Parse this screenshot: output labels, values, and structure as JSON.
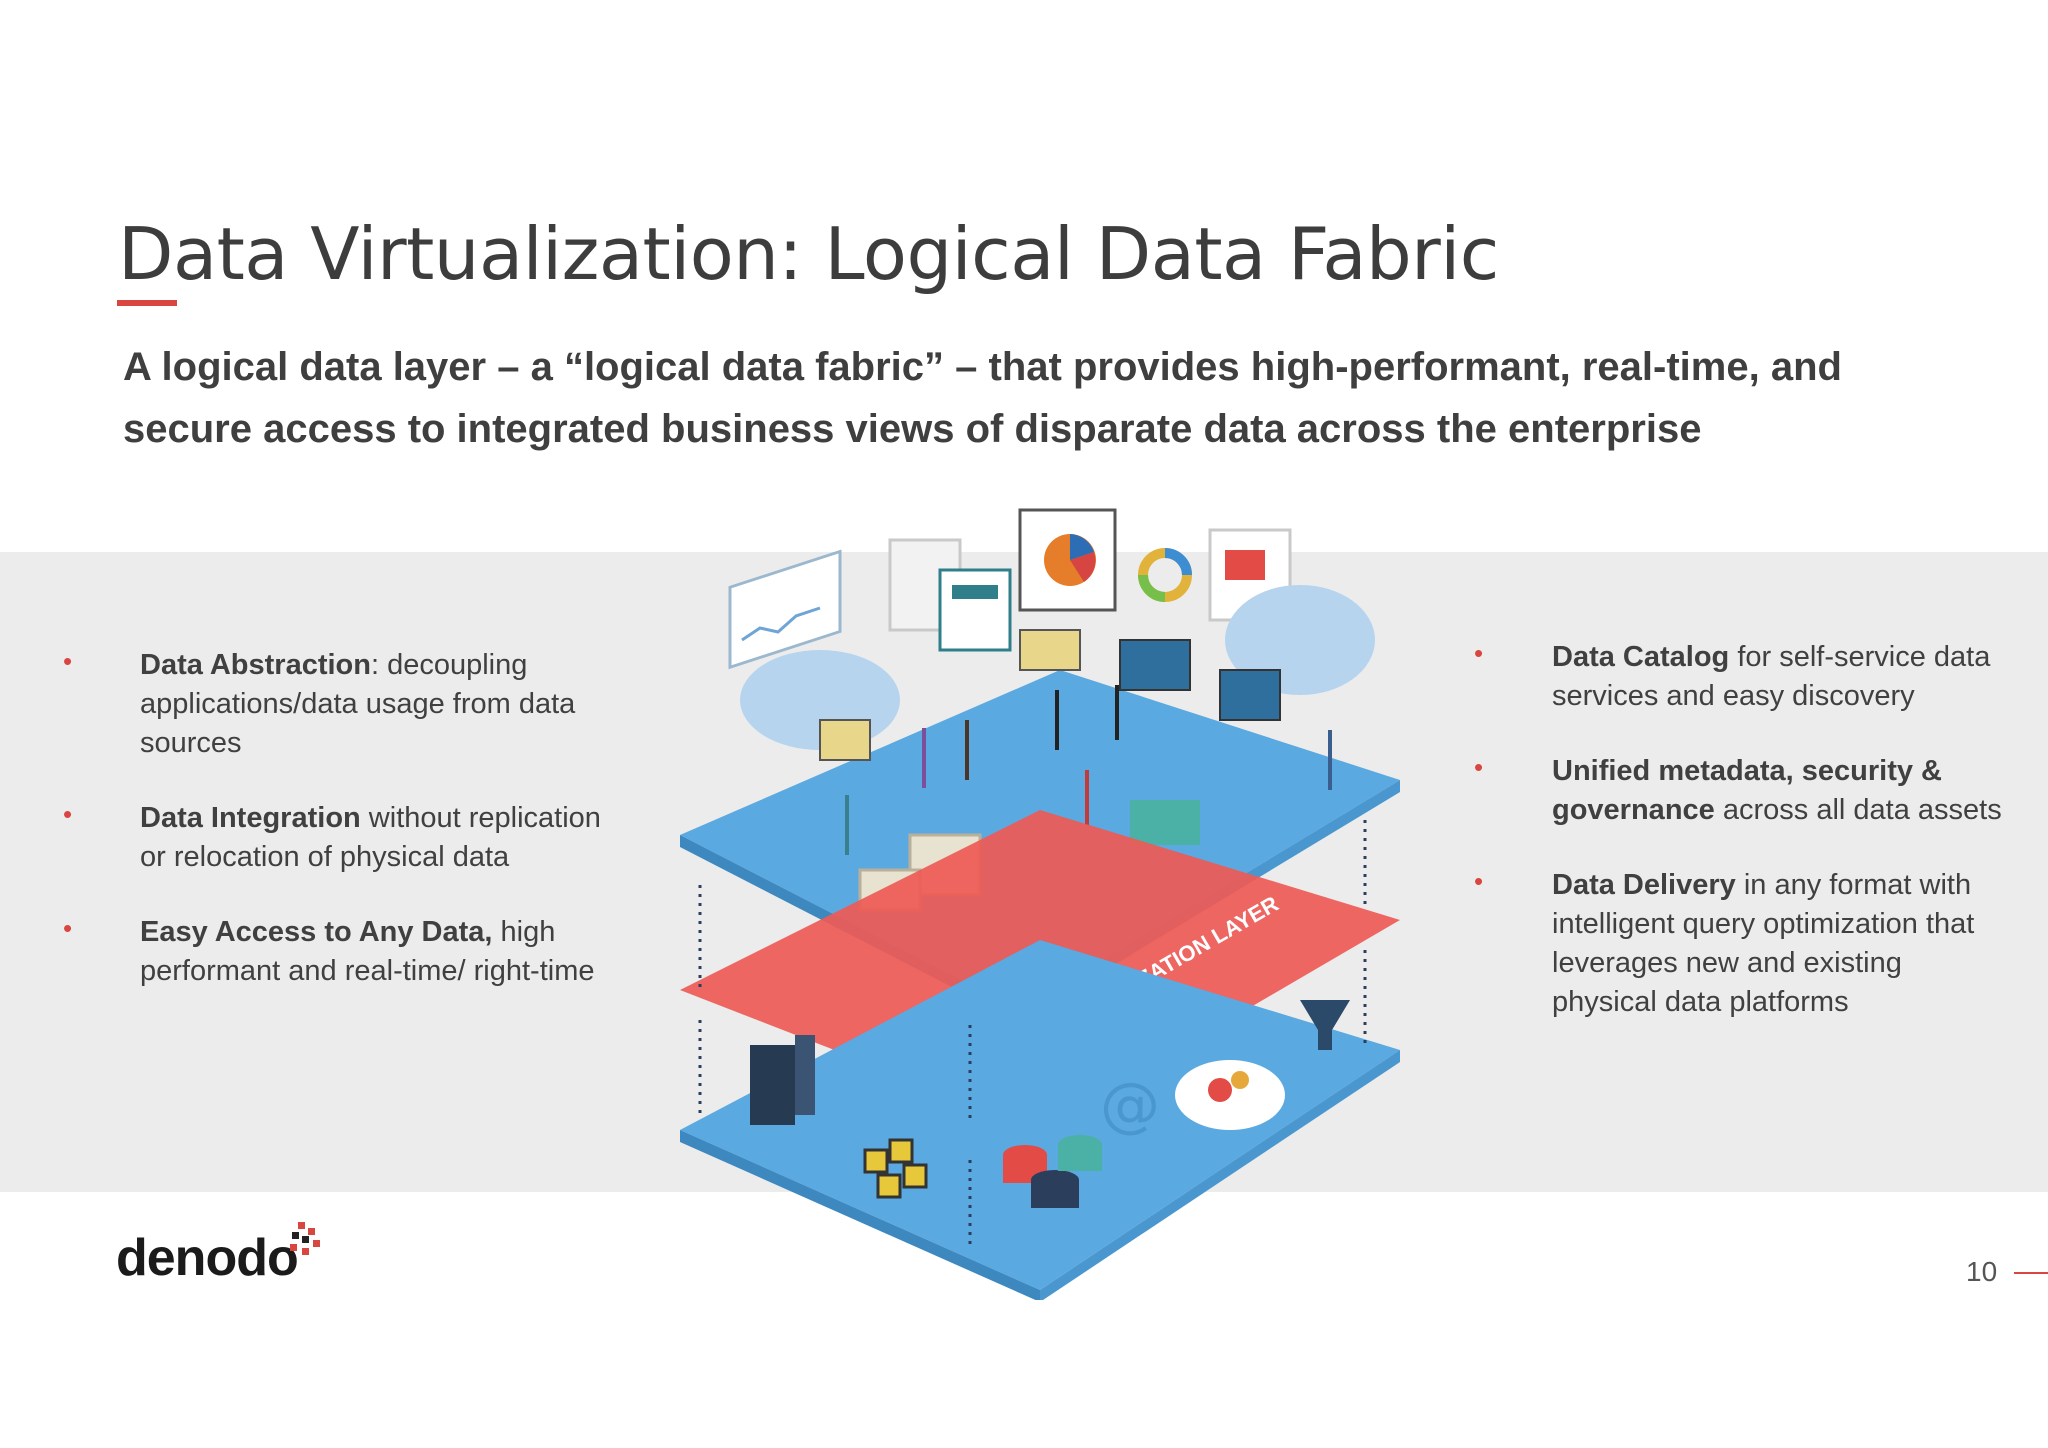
{
  "header": {
    "title": "Data Virtualization: Logical Data Fabric",
    "subtitle": "A logical data layer – a “logical data fabric” – that provides high-performant, real-time, and secure access to integrated business views of disparate data across the enterprise"
  },
  "left_bullets": [
    {
      "bold": "Data Abstraction",
      "text": ": decoupling applications/data usage from data sources"
    },
    {
      "bold": "Data Integration",
      "text": " without replication or relocation of physical data"
    },
    {
      "bold": "Easy Access to Any Data,",
      "text": " high performant and real-time/ right-time"
    }
  ],
  "right_bullets": [
    {
      "bold": "Data Catalog",
      "text": " for self-service data services and easy discovery"
    },
    {
      "bold": "Unified metadata, security & governance",
      "text": " across all data assets"
    },
    {
      "bold": "Data Delivery",
      "text": " in any format with intelligent query optimization that leverages new and existing physical data platforms"
    }
  ],
  "illustration": {
    "layer_label": "DATA VIRTUALIZATION LAYER"
  },
  "footer": {
    "logo": "denodo",
    "page_number": "10"
  },
  "colors": {
    "accent": "#d9463f",
    "band": "#ececec",
    "platform_blue": "#5aa9e0",
    "layer_red": "#ee5a55"
  }
}
